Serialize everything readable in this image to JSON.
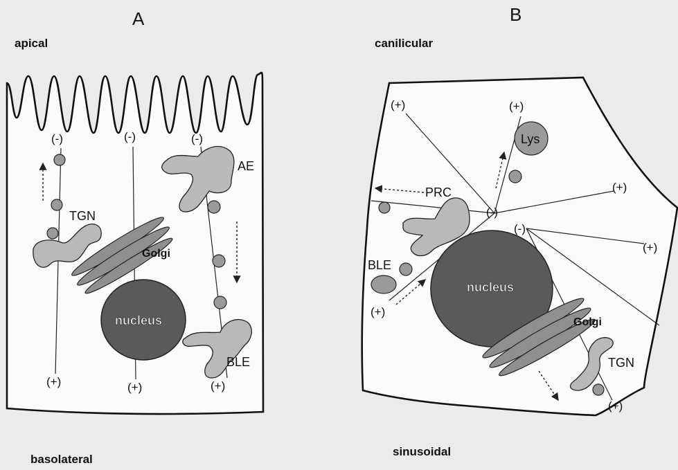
{
  "panels": {
    "a": {
      "letter": "A",
      "top_label": "apical",
      "bottom_label": "basolateral",
      "labels": {
        "ae": "AE",
        "tgn": "TGN",
        "golgi": "Golgi",
        "nucleus": "nucleus",
        "ble": "BLE"
      },
      "polarity": {
        "minus": "(-)",
        "plus": "(+)"
      }
    },
    "b": {
      "letter": "B",
      "top_label": "canilicular",
      "bottom_label": "sinusoidal",
      "labels": {
        "lys": "Lys",
        "prc": "PRC",
        "ble": "BLE",
        "nucleus": "nucleus",
        "golgi": "Golgi",
        "tgn": "TGN"
      },
      "polarity": {
        "minus": "(-)",
        "plus": "(+)"
      }
    }
  },
  "colors": {
    "organelle_fill": "#b9b9b9",
    "vesicle_fill": "#9a9a9a",
    "nucleus_fill": "#5a5a5a"
  }
}
